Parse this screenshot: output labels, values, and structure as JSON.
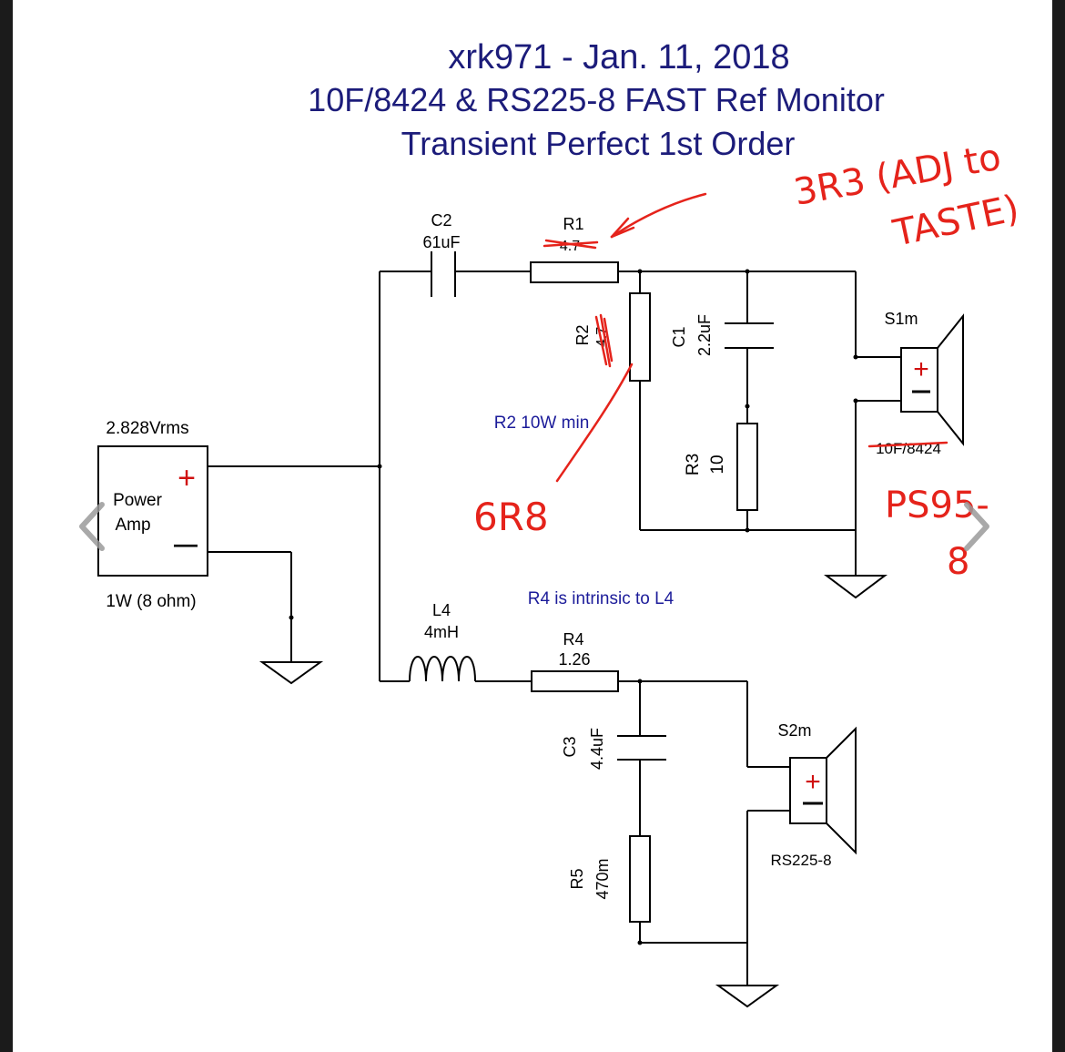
{
  "title": {
    "line1": "xrk971  -  Jan. 11, 2018",
    "line2": "10F/8424 & RS225-8 FAST Ref Monitor",
    "line3": "Transient Perfect 1st Order"
  },
  "source": {
    "voltage": "2.828Vrms",
    "label_line1": "Power",
    "label_line2": "Amp",
    "power": "1W (8 ohm)",
    "plus": "+",
    "minus": "—"
  },
  "components": {
    "c2_name": "C2",
    "c2_value": "61uF",
    "r1_name": "R1",
    "r1_value": "4.7",
    "r2_name": "R2",
    "r2_value": "4.7",
    "c1_name": "C1",
    "c1_value": "2.2uF",
    "r3_name": "R3",
    "r3_value": "10",
    "l4_name": "L4",
    "l4_value": "4mH",
    "r4_name": "R4",
    "r4_value": "1.26",
    "c3_name": "C3",
    "c3_value": "4.4uF",
    "r5_name": "R5",
    "r5_value": "470m"
  },
  "speakers": {
    "s1_name": "S1m",
    "s1_model": "10F/8424",
    "s2_name": "S2m",
    "s2_model": "RS225-8"
  },
  "notes": {
    "r2_note": "R2 10W min",
    "r4_note": "R4 is intrinsic to L4"
  },
  "handwritten": {
    "r1_new": "3R3 (ADJ to",
    "r1_new_2": "TASTE)",
    "r2_new": "6R8",
    "s1_new": "PS95-",
    "s1_new_2": "8"
  },
  "colors": {
    "wire": "#000000",
    "title": "#1c1c7a",
    "annotation": "#e5231b",
    "plus": "#d01010",
    "note": "#1c1c9a"
  }
}
